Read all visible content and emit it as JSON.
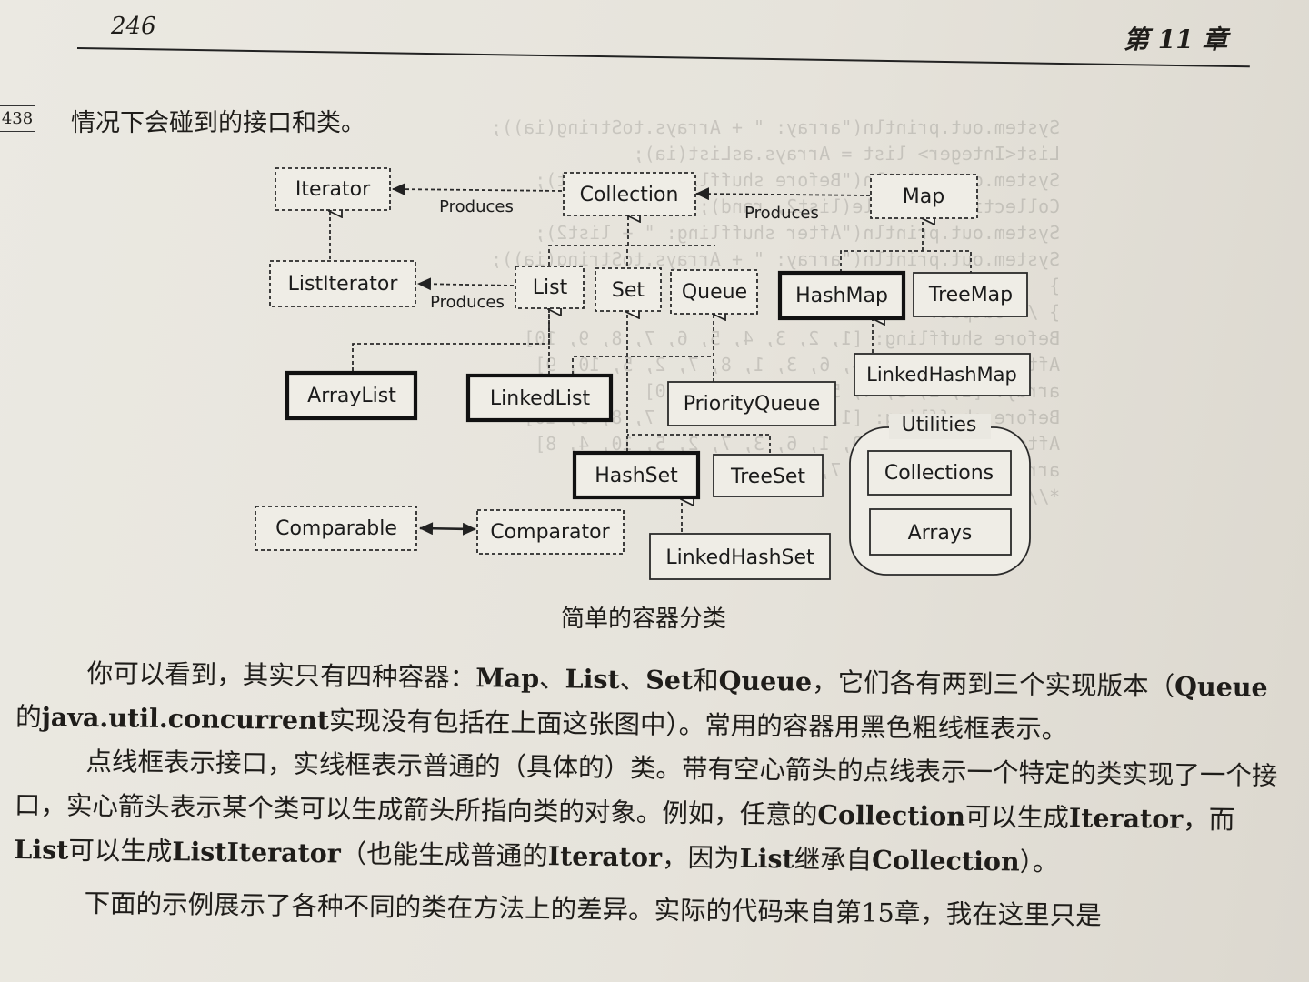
{
  "header": {
    "page_number": "246",
    "chapter": "第 11 章"
  },
  "margin_number": "438",
  "intro_line": "情况下会碰到的接口和类。",
  "diagram": {
    "interfaces": {
      "iterator": "Iterator",
      "collection": "Collection",
      "map": "Map",
      "list_iterator": "ListIterator",
      "list": "List",
      "set": "Set",
      "queue": "Queue",
      "comparable": "Comparable",
      "comparator": "Comparator"
    },
    "classes": {
      "hashmap": "HashMap",
      "treemap": "TreeMap",
      "linked_hashmap": "LinkedHashMap",
      "arraylist": "ArrayList",
      "linkedlist": "LinkedList",
      "priority_queue": "PriorityQueue",
      "hashset": "HashSet",
      "treeset": "TreeSet",
      "linked_hashset": "LinkedHashSet",
      "collections": "Collections",
      "arrays": "Arrays"
    },
    "produces_1": "Produces",
    "produces_2": "Produces",
    "produces_3": "Produces",
    "utilities_label": "Utilities",
    "caption": "简单的容器分类"
  },
  "body": {
    "p1": [
      "你可以看到，其实只有四种容器：",
      "Map",
      "、",
      "List",
      "、",
      "Set",
      "和",
      "Queue",
      "，它们各有两到三个实现版本（",
      "Queue",
      "的",
      "java.util.concurrent",
      "实现没有包括在上面这张图中）。常用的容器用黑色粗线框表示。"
    ],
    "p2": [
      "点线框表示接口，实线框表示普通的（具体的）类。带有空心箭头的点线表示一个特定的类实现了一个接口，实心箭头表示某个类可以生成箭头所指向类的对象。例如，任意的",
      "Collection",
      "可以生成",
      "Iterator",
      "，而",
      "List",
      "可以生成",
      "ListIterator",
      "（也能生成普通的",
      "Iterator",
      "，因为",
      "List",
      "继承自",
      "Collection",
      "）。"
    ],
    "p3": "下面的示例展示了各种不同的类在方法上的差异。实际的代码来自第15章，我在这里只是"
  },
  "bleed_through_code": [
    "System.out.println(\"array: \" + Arrays.toString(ia));",
    "List<Integer> list = Arrays.asList(ia);",
    "System.out.println(\"Before shuffling: \" + list);",
    "Collections.shuffle(list2, rand);",
    "System.out.println(\"After shuffling: \" + list2);",
    "System.out.println(\"array: \" + Arrays.toString(ia));",
    "}",
    "} /* Output:",
    "Before shuffling: [1, 2, 3, 4, 5, 6, 7, 8, 9, 10]",
    "After shuffling: [4, 6, 3, 1, 8, 7, 2, 5, 10, 9]",
    "array: [1, 2, 3, 4, 5, 6, 7, 8, 9, 10]",
    "Before shuffling: [1, 2, 3, 4, 5, 6, 7, 8, 9, 10]",
    "After shuffling: [9, 1, 6, 3, 7, 2, 5, 10, 4, 8]",
    "array: [9, 1, 6, 3, 7, 2, 5, 10, 4, 8]",
    "*///:~"
  ]
}
